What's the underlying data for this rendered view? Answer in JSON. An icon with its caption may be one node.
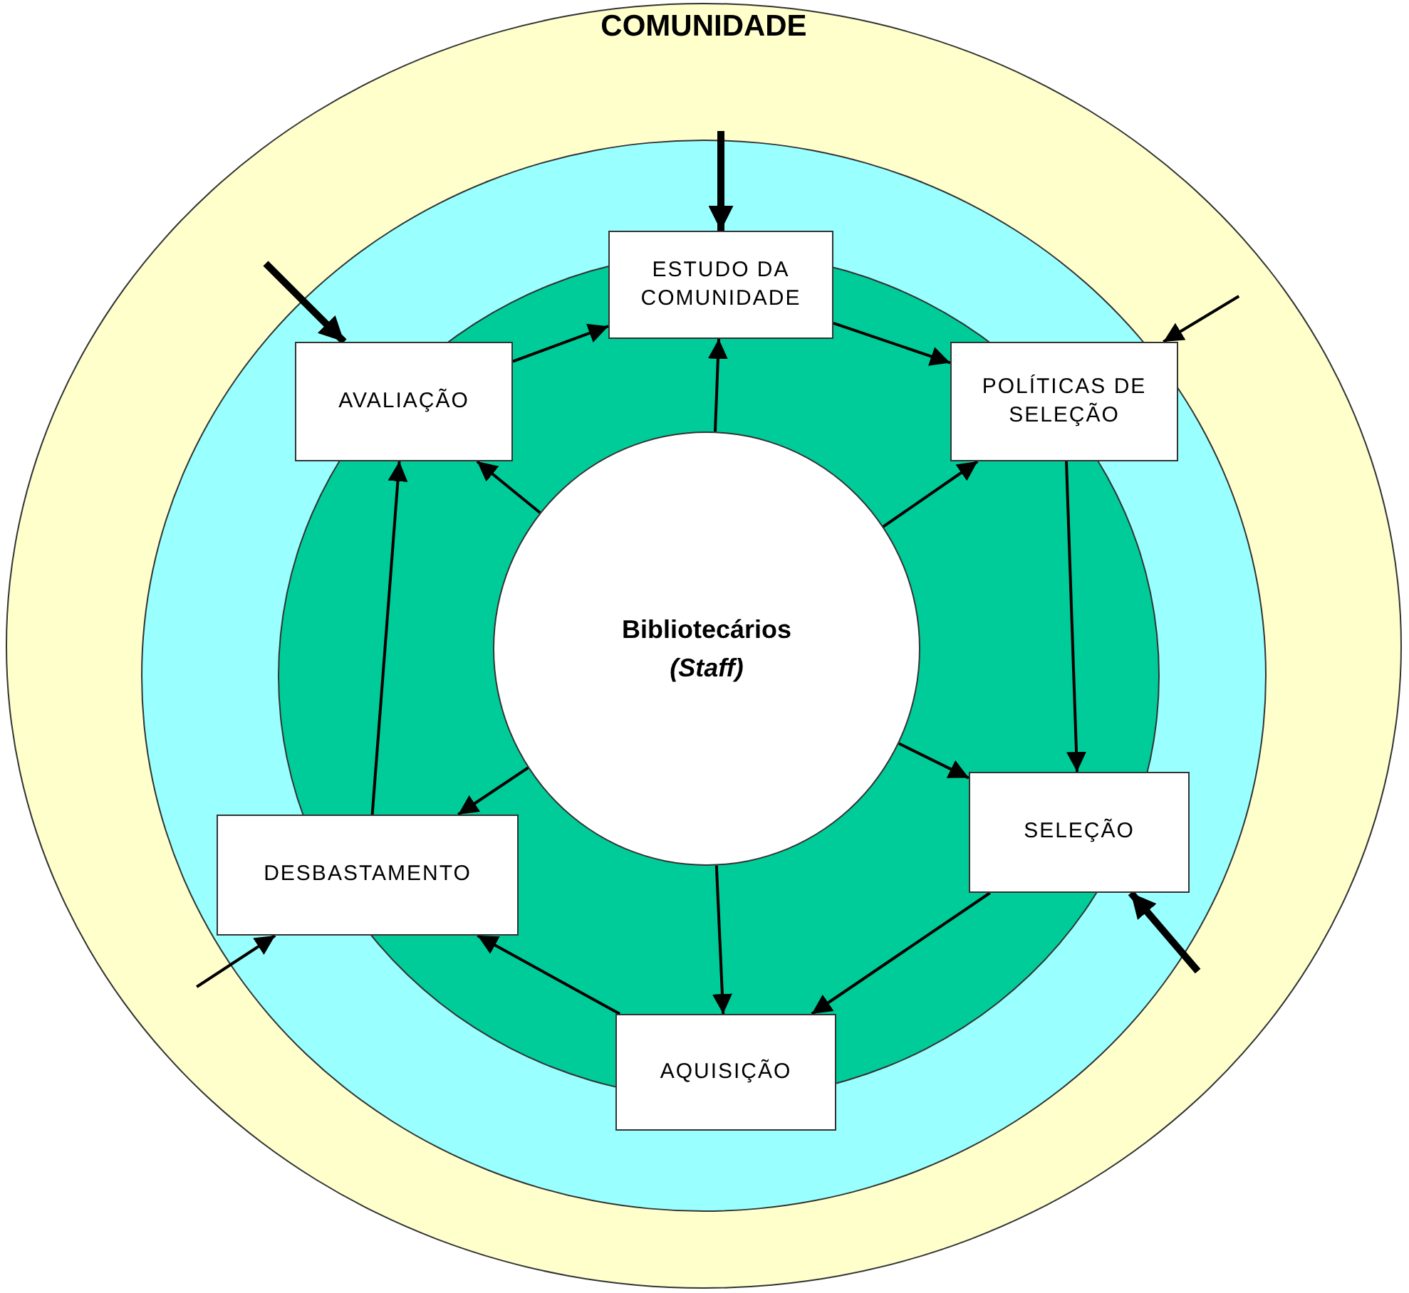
{
  "diagram": {
    "nodes": [
      {
        "text": [
          "COMUNIDADE"
        ]
      },
      {
        "text": [],
        "shape": "circle",
        "in": 0
      },
      {
        "text": [],
        "shape": "circle",
        "in": 1
      },
      {
        "text": [
          "Bibliotecários",
          "(Staff)"
        ],
        "in": 2
      },
      {
        "text": [
          "ESTUDO DA COMUNIDADE"
        ],
        "in": 1
      },
      {
        "text": [
          "POLÍTICAS DE SELEÇÃO"
        ],
        "in": 1
      },
      {
        "text": [
          "SELEÇÃO"
        ],
        "in": 1
      },
      {
        "text": [
          "AQUISIÇÃO"
        ],
        "in": 1
      },
      {
        "text": [
          "DESBASTAMENTO"
        ],
        "in": 1
      },
      {
        "text": [
          "AVALIAÇÃO"
        ],
        "in": 2
      }
    ],
    "edges": [
      {
        "from": 4,
        "to": 5,
        "arrow": "to"
      },
      {
        "from": 5,
        "to": 6,
        "arrow": "to"
      },
      {
        "from": 6,
        "to": 7,
        "arrow": "to"
      },
      {
        "from": 7,
        "to": 8,
        "arrow": "to"
      },
      {
        "from": 8,
        "to": 9,
        "arrow": "to"
      },
      {
        "from": 9,
        "to": 4,
        "arrow": "to"
      },
      {
        "from": 3,
        "to": 4,
        "arrow": "to"
      },
      {
        "from": 3,
        "to": 5,
        "arrow": "to"
      },
      {
        "from": 3,
        "to": 6,
        "arrow": "to"
      },
      {
        "from": 3,
        "to": 7,
        "arrow": "to"
      },
      {
        "from": 3,
        "to": 8,
        "arrow": "to"
      },
      {
        "from": 3,
        "to": 9,
        "arrow": "to"
      },
      {
        "from": null,
        "to": 4,
        "arrow": "to",
        "style": "thick"
      },
      {
        "from": null,
        "to": 5,
        "arrow": "to"
      },
      {
        "from": null,
        "to": 6,
        "arrow": "to",
        "style": "thick"
      },
      {
        "from": null,
        "to": 8,
        "arrow": "to"
      },
      {
        "from": null,
        "to": 9,
        "arrow": "to",
        "style": "thick"
      }
    ]
  }
}
